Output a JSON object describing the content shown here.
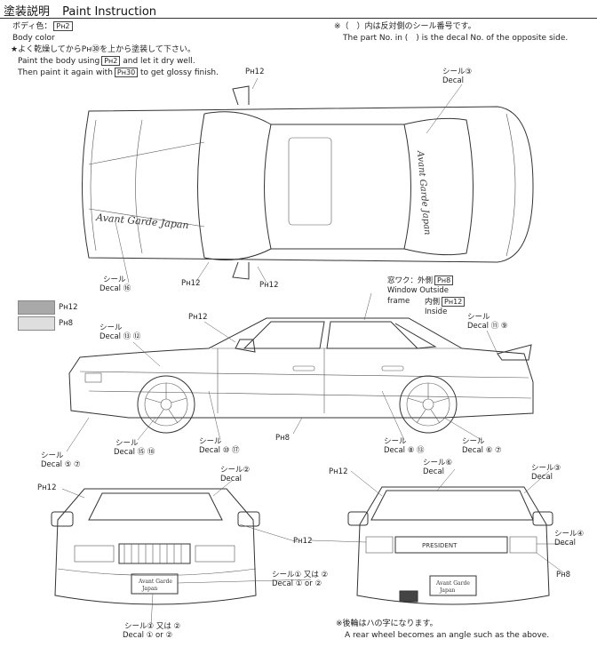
{
  "header": {
    "title_ja": "塗装説明",
    "title_en": "Paint Instruction"
  },
  "body_color": {
    "ja": "ボディ色：",
    "code": "Pн2",
    "en": "Body color"
  },
  "instructions": {
    "ja": "★よく乾燥してからPн㉚を上から塗装して下さい。",
    "en1_a": "Paint the body using",
    "en1_code": "Pн2",
    "en1_b": "and let it dry well.",
    "en2_a": "Then paint it again with",
    "en2_code": "Pн30",
    "en2_b": "to get glossy finish."
  },
  "decal_note": {
    "ja": "※（　）内は反対側のシール番号です。",
    "en": "The part No. in (　) is the decal No. of the opposite side."
  },
  "colors": {
    "swatch_12": "#a9a9a9",
    "swatch_8": "#dedede",
    "line": "#333333"
  },
  "legend": [
    {
      "code": "Pн12"
    },
    {
      "code": "Pн8"
    }
  ],
  "labels": {
    "top_ph12_a": "Pн12",
    "top_decal3_ja": "シール③",
    "top_decal3_en": "Decal",
    "top_decal16_ja": "シール",
    "top_decal16_en": "Decal ⑯",
    "top_ph12_b": "Pн12",
    "top_ph12_c": "Pн12",
    "window_ja": "窓ワク：外側",
    "window_code": "Pн8",
    "window_en1": "Window Outside",
    "window_en2": "frame",
    "inside_ja": "内側",
    "inside_code": "Pн12",
    "inside_en": "Inside",
    "side_ph12": "Pн12",
    "side_decal_a_ja": "シール",
    "side_decal_a_en": "Decal ⑬ ⑫",
    "side_decal_b_ja": "シール",
    "side_decal_b_en": "Decal ⑪ ⑨",
    "side_decal_c_ja": "シール",
    "side_decal_c_en": "Decal ⑤ ⑦",
    "side_decal_d_ja": "シール",
    "side_decal_d_en": "Decal ⑮ ⑱",
    "side_decal_e_ja": "シール",
    "side_decal_e_en": "Decal ⑩ ⑰",
    "side_ph8": "Pн8",
    "side_decal_f_ja": "シール",
    "side_decal_f_en": "Decal ⑧ ⑬",
    "side_decal_g_ja": "シール",
    "side_decal_g_en": "Decal ⑥ ⑦",
    "front_ph12": "Pн12",
    "front_decal2_ja": "シール②",
    "front_decal2_en": "Decal",
    "mid_ph12": "Pн12",
    "front_decal1_ja": "シール① 又は ②",
    "front_decal1_en": "Decal ① or ②",
    "bottom_decal_ja": "シール① 又は ②",
    "bottom_decal_en": "Decal ① or ②",
    "rear_ph12": "Pн12",
    "rear_decal6_ja": "シール⑥",
    "rear_decal6_en": "Decal",
    "rear_decal3_ja": "シール③",
    "rear_decal3_en": "Decal",
    "rear_decal4_ja": "シール④",
    "rear_decal4_en": "Decal",
    "rear_ph8": "Pн8",
    "president": "PRESIDENT",
    "plate_text": "Avant Garde Japan",
    "footnote_ja": "※後輪はハの字になります。",
    "footnote_en": "A rear wheel becomes an angle such as the above."
  }
}
